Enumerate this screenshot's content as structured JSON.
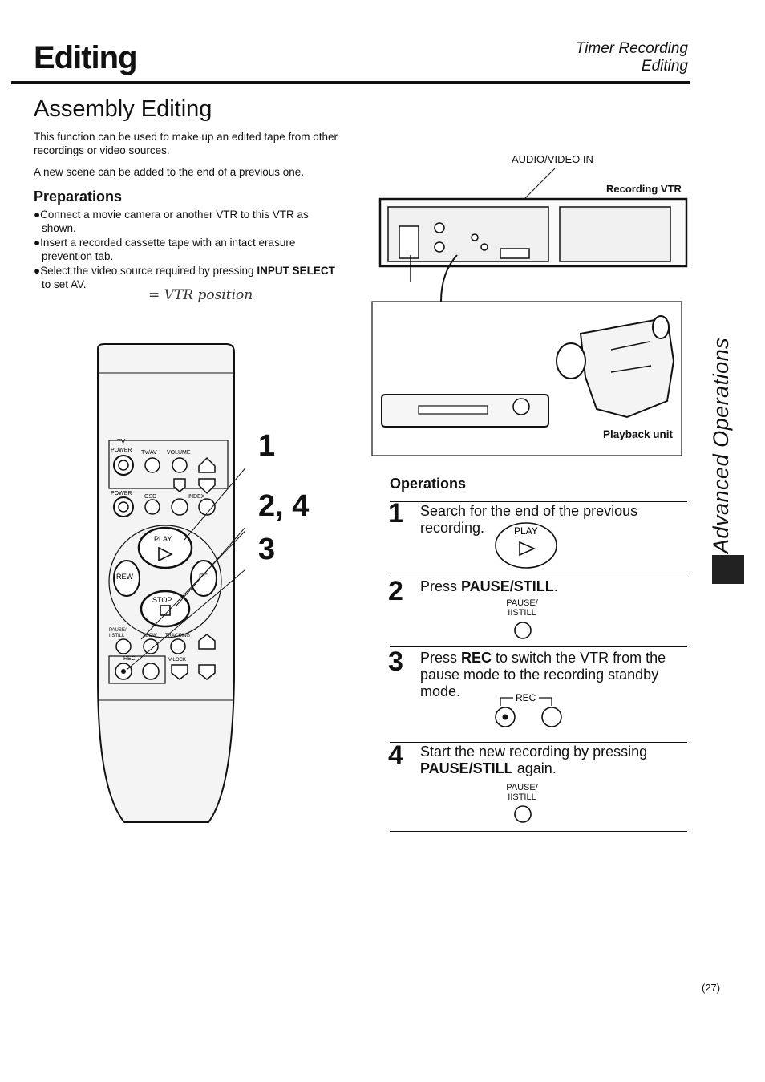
{
  "header": {
    "title": "Editing",
    "right_line1": "Timer Recording",
    "right_line2": "Editing"
  },
  "section": {
    "title": "Assembly Editing",
    "intro1": "This function can be used to make up an edited tape from other recordings or video sources.",
    "intro2": "A new scene can be added to the end of a previous one."
  },
  "preparations": {
    "heading": "Preparations",
    "item1": "●Connect a movie camera or another VTR to this VTR as shown.",
    "item2": "●Insert a recorded cassette tape with an intact erasure prevention tab.",
    "item3_pre": "●Select the video source required by pressing ",
    "item3_bold1": "INPUT SELECT",
    "item3_post": " to set AV.",
    "handwritten_note": "= VTR position"
  },
  "remote": {
    "tv_label": "TV",
    "power_label": "POWER",
    "tvav_label": "TV/AV",
    "volume_label": "VOLUME",
    "power2_label": "POWER",
    "osd_label": "OSD",
    "index_label": "INDEX",
    "play_label": "PLAY",
    "rew_label": "REW",
    "ff_label": "FF",
    "stop_label": "STOP",
    "pause_label1": "PAUSE/",
    "pause_label2": "IISTILL",
    "slow_label": "SLOW",
    "tracking_label": "TRACKING",
    "rec_label": "REC",
    "vlock_label": "V-LOCK",
    "callout_1": "1",
    "callout_24": "2, 4",
    "callout_3": "3"
  },
  "diagram": {
    "audio_video_in": "AUDIO/VIDEO IN",
    "recording_vtr": "Recording VTR",
    "playback_unit": "Playback unit"
  },
  "operations": {
    "heading": "Operations",
    "steps": [
      {
        "num": "1",
        "text": "Search for the end of the previous recording.",
        "button": "PLAY"
      },
      {
        "num": "2",
        "text_pre": "Press ",
        "text_bold": "PAUSE/STILL",
        "text_post": ".",
        "btn_line1": "PAUSE/",
        "btn_line2": "IISTILL"
      },
      {
        "num": "3",
        "text_pre": "Press ",
        "text_bold": "REC",
        "text_post": " to switch the VTR from the pause mode to the recording standby mode.",
        "button": "REC"
      },
      {
        "num": "4",
        "text_pre": "Start the new recording by pressing ",
        "text_bold": "PAUSE/STILL",
        "text_post": " again.",
        "btn_line1": "PAUSE/",
        "btn_line2": "IISTILL"
      }
    ]
  },
  "side_tab": {
    "text": "Advanced Operations"
  },
  "footer": {
    "page_number": "(27)"
  }
}
